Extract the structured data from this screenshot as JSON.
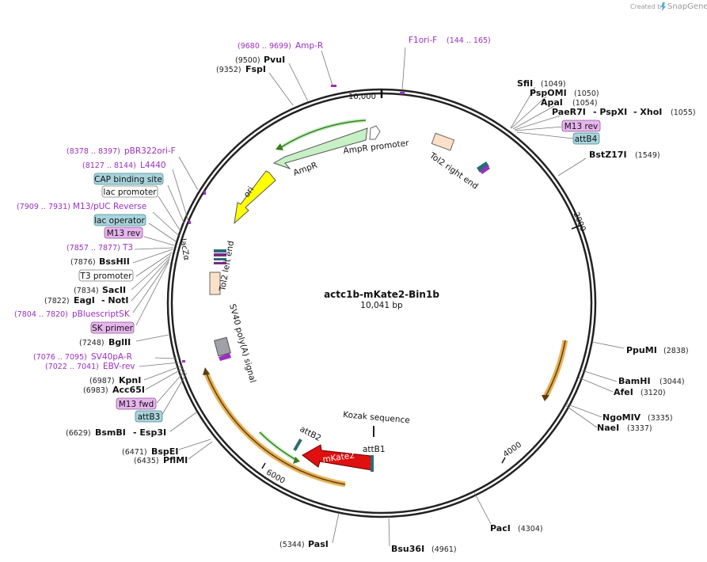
{
  "logo": {
    "prefix": "Created by",
    "brand": "SnapGene"
  },
  "plasmid": {
    "name": "actc1b-mKate2-Bin1b",
    "length": "10,041 bp"
  },
  "ticks": [
    "10,000",
    "2000",
    "4000",
    "6000"
  ],
  "right_sites": [
    {
      "name": "SfiI",
      "pos": "(1049)"
    },
    {
      "name": "PspOMI",
      "pos": "(1050)"
    },
    {
      "name": "ApaI",
      "pos": "(1054)"
    },
    {
      "name": "PaeR7I",
      "sep1": "- PspXI",
      "sep2": "- XhoI",
      "pos": "(1055)"
    },
    {
      "name": "BstZ17I",
      "pos": "(1549)"
    },
    {
      "name": "PpuMI",
      "pos": "(2838)"
    },
    {
      "name": "BamHI",
      "pos": "(3044)"
    },
    {
      "name": "AfeI",
      "pos": "(3120)"
    },
    {
      "name": "NgoMIV",
      "pos": "(3335)"
    },
    {
      "name": "NaeI",
      "pos": "(3337)"
    },
    {
      "name": "PacI",
      "pos": "(4304)"
    },
    {
      "name": "Bsu36I",
      "pos": "(4961)"
    },
    {
      "name": "PasI",
      "pos": "(5344)"
    }
  ],
  "right_boxes": {
    "m13rev": "M13 rev",
    "attb4": "attB4"
  },
  "left_sites": [
    {
      "name": "PvuI",
      "pos": "(9500)"
    },
    {
      "name": "FspI",
      "pos": "(9352)"
    },
    {
      "name": "BssHII",
      "pos": "(7876)"
    },
    {
      "name": "SacII",
      "pos": "(7834)"
    },
    {
      "name": "EagI",
      "sep": "- NotI",
      "pos": "(7822)"
    },
    {
      "name": "BglII",
      "pos": "(7248)"
    },
    {
      "name": "KpnI",
      "pos": "(6987)"
    },
    {
      "name": "Acc65I",
      "pos": "(6983)"
    },
    {
      "name": "BsmBI",
      "sep": "- Esp3I",
      "pos": "(6629)"
    },
    {
      "name": "BspEI",
      "pos": "(6471)"
    },
    {
      "name": "PflMI",
      "pos": "(6435)"
    }
  ],
  "primers": [
    {
      "name": "Amp-R",
      "pos": "(9680 .. 9699)"
    },
    {
      "name": "F1ori-F",
      "pos": "(144 .. 165)"
    },
    {
      "name": "pBR322ori-F",
      "pos": "(8378 .. 8397)"
    },
    {
      "name": "L4440",
      "pos": "(8127 .. 8144)"
    },
    {
      "name": "M13/pUC Reverse",
      "pos": "(7909 .. 7931)"
    },
    {
      "name": "T3",
      "pos": "(7857 .. 7877)"
    },
    {
      "name": "pBluescriptSK",
      "pos": "(7804 .. 7820)"
    },
    {
      "name": "SV40pA-R",
      "pos": "(7076 .. 7095)"
    },
    {
      "name": "EBV-rev",
      "pos": "(7022 .. 7041)"
    }
  ],
  "left_boxes": {
    "cap": "CAP binding site",
    "lacpromoter": "lac promoter",
    "lacoperator": "lac operator",
    "m13rev": "M13 rev",
    "t3promoter": "T3 promoter",
    "skprimer": "SK primer",
    "m13fwd": "M13 fwd",
    "attb3": "attB3"
  },
  "features": {
    "ampr": "AmpR",
    "ampr_promoter": "AmpR promoter",
    "ori": "ori",
    "tol2_right": "Tol2 right end",
    "tol2_left": "Tol2 left end",
    "sv40": "SV40 poly(A) signal",
    "kozak": "Kozak sequence",
    "mkate2": "mKate2",
    "attb1": "attB1",
    "attb2": "attB2",
    "lacz_frag": "lacZα"
  },
  "colors": {
    "primer": "#9b2fc0",
    "ampr_fill": "#c7f0c4",
    "ori_fill": "#ffff00",
    "mkate_fill": "#e01010",
    "tol2_fill": "#fde0c8",
    "orange_arc": "#e8b25a",
    "green_arc": "#5aa02c",
    "box_blue": "#a9d4dc",
    "box_purple": "#e7b5ee"
  }
}
